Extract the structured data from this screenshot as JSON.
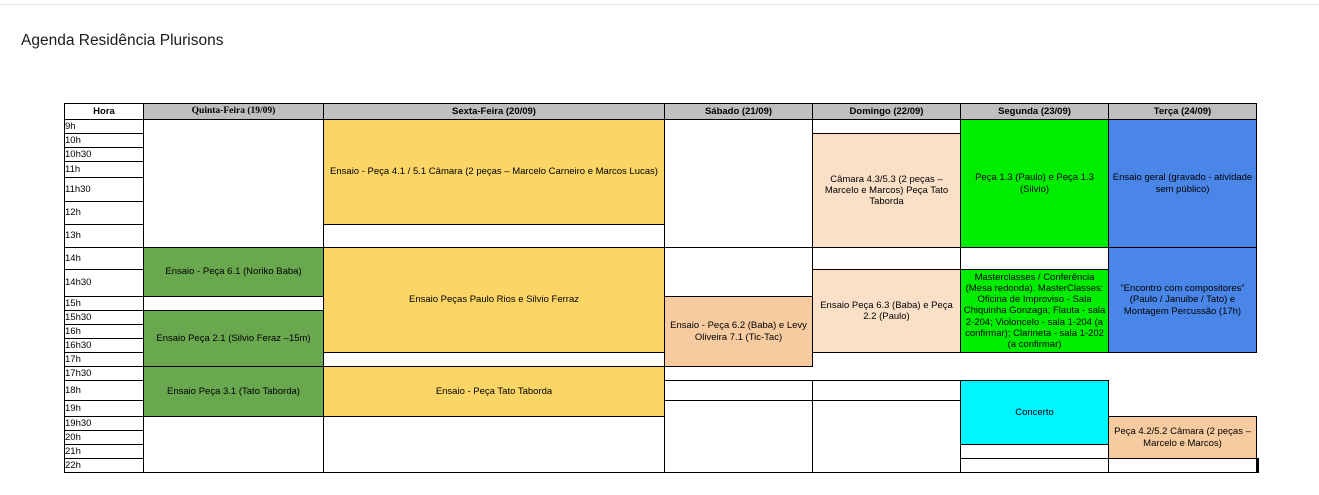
{
  "page": {
    "title": "Agenda Residência Plurisons"
  },
  "table": {
    "hora_header": "Hora",
    "day_headers": [
      "Quinta-Feira (19/09)",
      "Sexta-Feira (20/09)",
      "Sábado (21/09)",
      "Domingo (22/09)",
      "Segunda (23/09)",
      "Terça (24/09)"
    ],
    "times": [
      "9h",
      "10h",
      "10h30",
      "11h",
      "11h30",
      "12h",
      "13h",
      "14h",
      "14h30",
      "15h",
      "15h30",
      "16h",
      "16h30",
      "17h",
      "17h30",
      "18h",
      "19h",
      "19h30",
      "20h",
      "21h",
      "22h"
    ],
    "events": {
      "thu_1": "Ensaio - Peça 6.1 (Noriko Baba)",
      "thu_2": "Ensaio Peça 2.1 (Silvio Feraz –15m)",
      "thu_3": "Ensaio Peça 3.1 (Tato Taborda)",
      "fri_1": "Ensaio - Peça 4.1 / 5.1 Câmara (2 peças – Marcelo Carneiro e Marcos Lucas)",
      "fri_2": "Ensaio Peças Paulo Rios e Silvio Ferraz",
      "fri_3": "Ensaio - Peça Tato Taborda",
      "sat_1": "Ensaio - Peça 6.2 (Baba) e Levy Oliveira 7.1 (Tic-Tac)",
      "sat_2": "Peça 4.2/5.2 Câmara (2 peças – Marcelo e Marcos)",
      "sun_1": "Câmara 4.3/5.3 (2 peças – Marcelo e Marcos) Peça Tato Taborda",
      "sun_2": "Ensaio Peça 6.3 (Baba) e Peça 2.2 (Paulo)",
      "mon_1": "Peça 1.3 (Paulo) e Peça 1.3 (Silvio)",
      "mon_2": "Masterclasses / Conferência (Mesa redonda). MasterClasses: Oficina de Improviso - Sala Chiquinha Gonzaga; Flauta - sala 2-204; Violoncelo - sala 1-204 (a confirmar); Clarineta - sala 1-202 (a confirmar)",
      "tue_1": "Ensaio geral (gravado - atividade sem público)",
      "tue_2": "“Encontro com compositores” (Paulo / Januibe / Tato) e Montagem Percussão (17h)",
      "tue_3": "Concerto"
    }
  },
  "colors": {
    "header_grey": "#bfbfbf",
    "green": "#6aa84f",
    "yellow": "#fbd565",
    "peach": "#f7cba0",
    "cream": "#fbe0c8",
    "lime": "#00ed00",
    "blue": "#4a86e8",
    "cyan": "#00f6ff"
  }
}
